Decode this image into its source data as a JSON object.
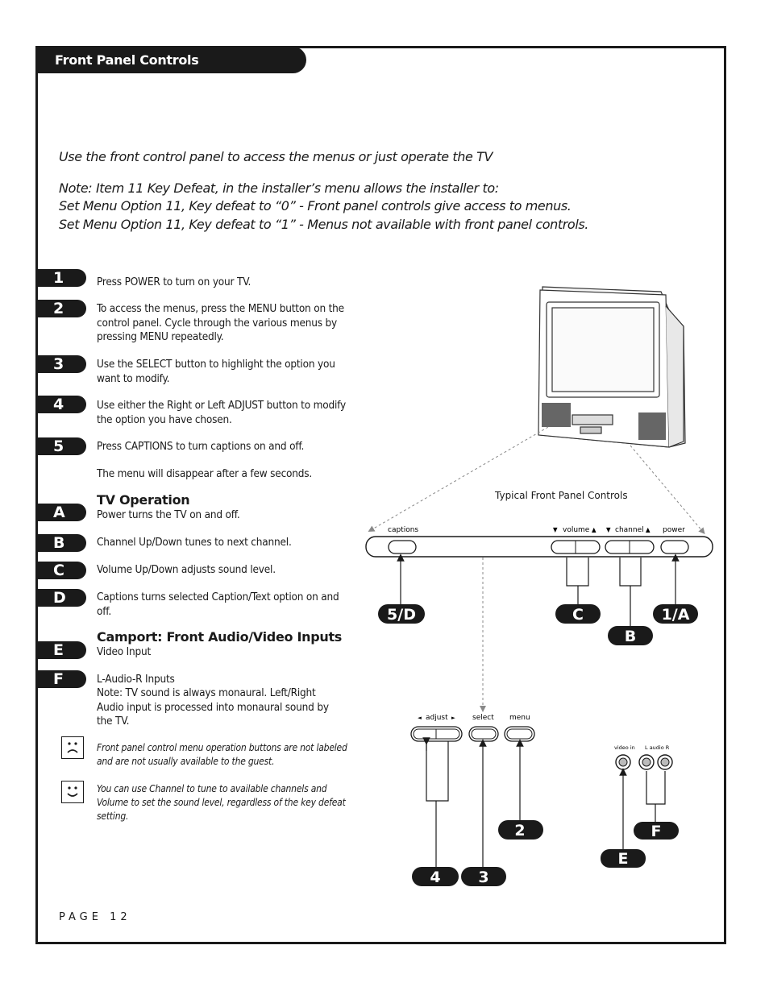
{
  "header": {
    "title": "Front Panel Controls"
  },
  "intro": {
    "line1": "Use the front control panel to access the menus or just operate the TV",
    "line2": "Note: Item 11 Key Defeat, in the installer’s menu allows the installer to:",
    "line3": "Set Menu Option 11, Key defeat to “0” - Front panel controls give access to menus.",
    "line4": "Set Menu Option 11, Key defeat to “1” - Menus not available with front panel controls."
  },
  "steps": [
    {
      "badge": "1",
      "text": "Press POWER to turn on your TV."
    },
    {
      "badge": "2",
      "text": "To access the menus, press the MENU button on the control panel. Cycle through the various menus by pressing MENU repeatedly."
    },
    {
      "badge": "3",
      "text": "Use the SELECT button to highlight the option you want to modify."
    },
    {
      "badge": "4",
      "text": "Use either the Right or Left ADJUST button to modify the option you have chosen."
    },
    {
      "badge": "5",
      "text": "Press CAPTIONS to turn captions on and off."
    }
  ],
  "menu_disappear": "The menu will disappear after a few seconds.",
  "tv_operation": {
    "heading": "TV Operation",
    "items": [
      {
        "badge": "A",
        "text": "Power turns the TV on and off."
      },
      {
        "badge": "B",
        "text": "Channel Up/Down tunes to next channel."
      },
      {
        "badge": "C",
        "text": "Volume Up/Down adjusts sound level."
      },
      {
        "badge": "D",
        "text": "Captions turns selected Caption/Text option on and off."
      }
    ]
  },
  "camport": {
    "heading": "Camport: Front Audio/Video Inputs",
    "items": [
      {
        "badge": "E",
        "text": "Video Input"
      },
      {
        "badge": "F",
        "text": "L-Audio-R Inputs"
      }
    ],
    "note": "Note: TV sound is always monaural. Left/Right Audio input is processed into monaural sound by the TV."
  },
  "notes": [
    {
      "icon": "sad-face-icon",
      "text": "Front panel control menu operation buttons are not labeled and are not usually available to the guest."
    },
    {
      "icon": "happy-face-icon",
      "text": "You can use Channel to tune to available channels and Volume to set the sound level, regardless of the key defeat setting."
    }
  ],
  "diagram": {
    "caption": "Typical Front Panel Controls",
    "panel_labels": {
      "captions": "captions",
      "volume": "volume",
      "channel": "channel",
      "power": "power"
    },
    "menu_labels": {
      "adjust": "adjust",
      "select": "select",
      "menu": "menu"
    },
    "input_labels": {
      "video_in": "video in",
      "audio": "L audio R"
    },
    "callouts": {
      "captions": "5/D",
      "volume": "C",
      "channel": "B",
      "power": "1/A",
      "menu": "2",
      "adjust": "4",
      "select": "3",
      "video": "E",
      "audio": "F"
    }
  },
  "footer": {
    "page": "PAGE 12"
  }
}
